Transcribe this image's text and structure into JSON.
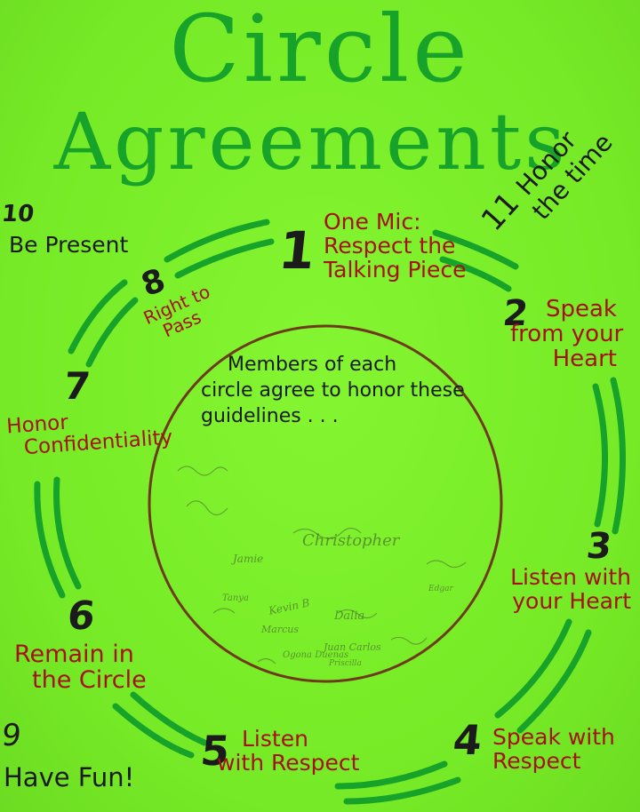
{
  "title": {
    "line1": "Circle",
    "line2": "Agreements"
  },
  "agreements": [
    {
      "number": "1",
      "lines": [
        "One Mic:",
        "Respect the",
        "Talking Piece"
      ]
    },
    {
      "number": "2",
      "lines": [
        "Speak",
        "from your",
        "Heart"
      ]
    },
    {
      "number": "3",
      "lines": [
        "Listen with",
        "your Heart"
      ]
    },
    {
      "number": "4",
      "lines": [
        "Speak with",
        "Respect"
      ]
    },
    {
      "number": "5",
      "lines": [
        "Listen",
        "with Respect"
      ]
    },
    {
      "number": "6",
      "lines": [
        "Remain in",
        "the Circle"
      ]
    },
    {
      "number": "7",
      "lines": [
        "Honor",
        "Confidentiality"
      ]
    },
    {
      "number": "8",
      "lines": [
        "Right to",
        "Pass"
      ]
    },
    {
      "number": "9",
      "lines": [
        "Have Fun!"
      ]
    },
    {
      "number": "10",
      "lines": [
        "Be Present"
      ]
    },
    {
      "number": "11",
      "lines": [
        "Honor",
        "the time"
      ]
    }
  ],
  "center": {
    "lines": [
      "Members of each",
      "circle agree to honor these",
      "guidelines . . ."
    ]
  },
  "signatures": [
    "Jamie",
    "Christopher",
    "Kevin B",
    "Tanya",
    "Dalia",
    "Juan Carlos",
    "Ogona Duenas",
    "Marcus",
    "Priscilla",
    "Edgar"
  ],
  "colors": {
    "poster": "#7cf02a",
    "title": "#17a32a",
    "agreement_text": "#a51212",
    "numbers": "#1b1b1b",
    "arcs": "#17a32a",
    "center_circle": "#6b3b1b"
  }
}
